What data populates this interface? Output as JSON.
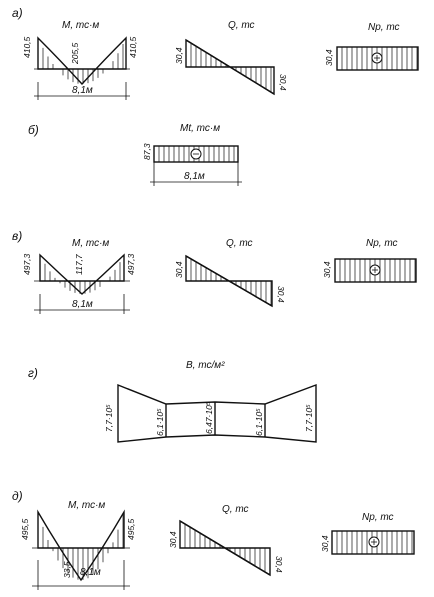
{
  "section_a": {
    "marker": "а)",
    "moment": {
      "title": "M, тс·м",
      "left_value": "410,5",
      "mid_value": "205,5",
      "right_value": "410,5",
      "span": "8,1м"
    },
    "shear": {
      "title": "Q, тс",
      "left_value": "30,4",
      "right_value": "30,4"
    },
    "normal": {
      "title": "Nр, тс",
      "value": "30,4",
      "sign": "⊕"
    }
  },
  "section_b": {
    "marker": "б)",
    "torque": {
      "title": "Mt, тс·м",
      "value": "87,3",
      "sign": "⊖",
      "span": "8,1м"
    }
  },
  "section_v": {
    "marker": "в)",
    "moment": {
      "title": "M, тс·м",
      "left_value": "497,3",
      "mid_value": "117,7",
      "right_value": "497,3",
      "span": "8,1м"
    },
    "shear": {
      "title": "Q, тс",
      "left_value": "30,4",
      "right_value": "30,4"
    },
    "normal": {
      "title": "Nр, тс",
      "value": "30,4",
      "sign": "⊕"
    }
  },
  "section_g": {
    "marker": "г)",
    "bimoment": {
      "title": "B, тс/м²",
      "values": [
        "7,7·10⁵",
        "6,1·10⁵",
        "6,47·10⁵",
        "6,1·10⁵",
        "7,7·10⁵"
      ]
    }
  },
  "section_d": {
    "marker": "д)",
    "moment": {
      "title": "M, тс·м",
      "left_value": "495,5",
      "mid_value": "33,5",
      "right_value": "495,5",
      "span": "8,1м"
    },
    "shear": {
      "title": "Q, тс",
      "left_value": "30,4",
      "right_value": "30,4"
    },
    "normal": {
      "title": "Nр, тс",
      "value": "30,4",
      "sign": "⊕"
    }
  }
}
